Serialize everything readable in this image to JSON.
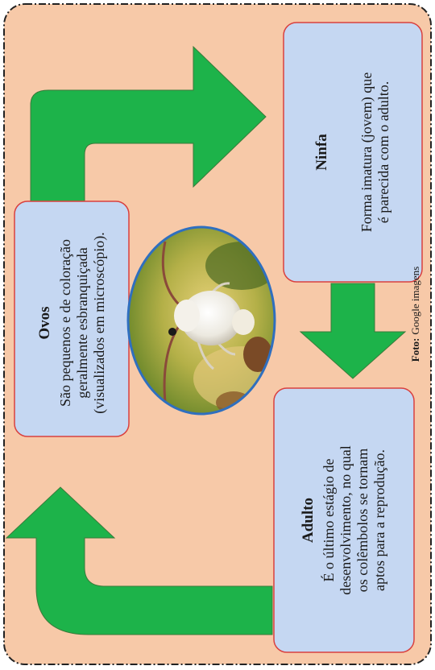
{
  "stages": {
    "ovos": {
      "title": "Ovos",
      "lines": [
        "São pequenos e de coloração",
        "geralmente esbranquiçada",
        "(visualizados em microscópio)."
      ]
    },
    "ninfa": {
      "title": "Ninfa",
      "lines": [
        "Forma imatura (jovem) que",
        "é parecida com o adulto."
      ]
    },
    "adulto": {
      "title": "Adulto",
      "lines": [
        "É o último estágio de",
        "desenvolvimento, no qual",
        "os colêmbolos se tornam",
        "aptos para a reprodução."
      ]
    }
  },
  "photo_credit": {
    "label": "Foto:",
    "source": "Google imagens"
  },
  "colors": {
    "background": "#f7c9a8",
    "box_fill": "#c5d7f2",
    "box_border": "#d9403f",
    "arrow": "#1db34a",
    "photo_border": "#2f6fbf"
  },
  "photo_subject": "springtail-photo"
}
